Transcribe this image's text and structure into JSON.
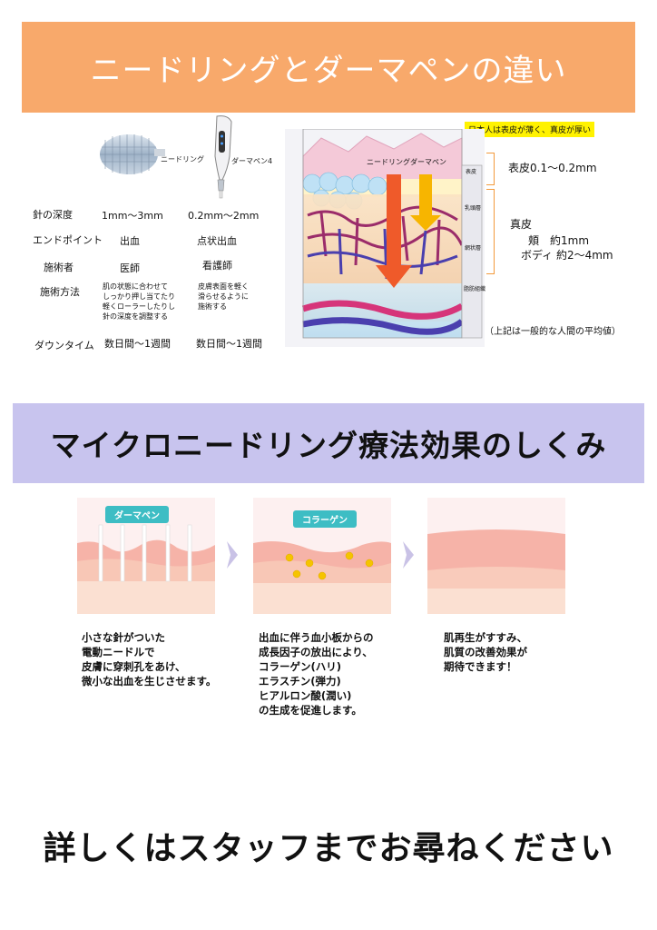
{
  "banner1": {
    "title": "ニードリングとダーマペンの違い"
  },
  "devices": {
    "needling_caption": "ニードリング",
    "dermapen_caption": "ダーマペン4"
  },
  "comparison": {
    "rows": [
      {
        "label": "針の深度",
        "needling": "1mm〜3mm",
        "dermapen": "0.2mm〜2mm"
      },
      {
        "label": "エンドポイント",
        "needling": "出血",
        "dermapen": "点状出血"
      },
      {
        "label": "施術者",
        "needling": "医師",
        "dermapen": "看護師"
      },
      {
        "label": "施術方法",
        "needling": "肌の状態に合わせて\nしっかり押し当てたり\n軽くローラーしたりし\n針の深度を調整する",
        "dermapen": "皮膚表面を軽く\n滑らせるように\n施術する"
      },
      {
        "label": "ダウンタイム",
        "needling": "数日間〜1週間",
        "dermapen": "数日間〜1週間"
      }
    ]
  },
  "skin_diagram": {
    "note": "日本人は表皮が薄く、真皮が厚い",
    "arrow_label_needling": "ニードリング",
    "arrow_label_dermapen": "ダーマペン",
    "layer_labels": [
      "表皮",
      "乳頭層",
      "網状層",
      "脂肪組織"
    ],
    "epidermis": "表皮0.1〜0.2mm",
    "dermis_title": "真皮",
    "dermis_cheek": "頬　約1mm",
    "dermis_body": "ボディ 約2〜4mm",
    "footnote": "（上記は一般的な人間の平均値）"
  },
  "banner2": {
    "title": "マイクロニードリング療法効果のしくみ"
  },
  "steps": [
    {
      "tag": "ダーマペン",
      "text": "小さな針がついた\n電動ニードルで\n皮膚に穿刺孔をあけ、\n微小な出血を生じさせます。"
    },
    {
      "tag": "コラーゲン",
      "text": "出血に伴う血小板からの\n成長因子の放出により、\nコラーゲン(ハリ)\nエラスチン(弾力)\nヒアルロン酸(潤い)\nの生成を促進します。"
    },
    {
      "tag": "",
      "text": "肌再生がすすみ、\n肌質の改善効果が\n期待できます！"
    }
  ],
  "footer": {
    "text": "詳しくはスタッフまでお尋ねください"
  },
  "colors": {
    "banner1": "#f8a96b",
    "banner2": "#c8c4ee",
    "tag": "#3dbdc4",
    "bracket": "#f39a3c"
  }
}
